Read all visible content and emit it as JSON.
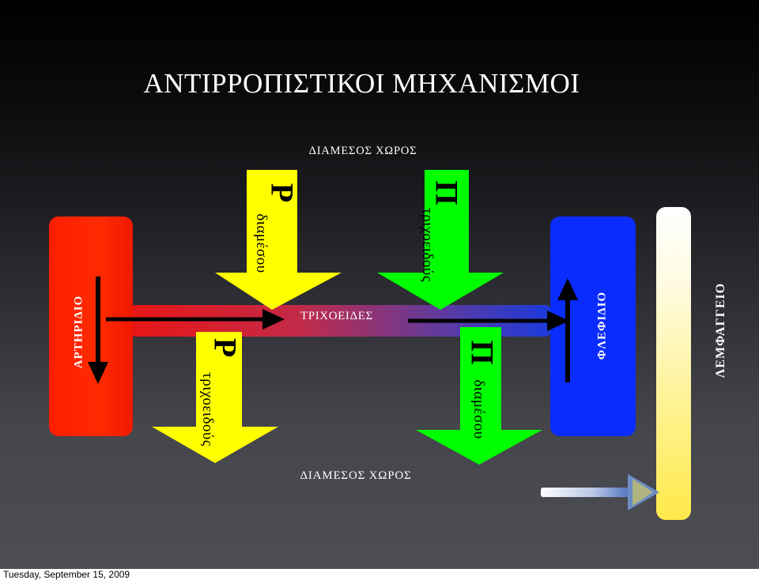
{
  "title": "ΑΝΤΙΡΡΟΠΙΣΤΙΚΟΙ ΜΗΧΑΝΙΣΜΟΙ",
  "interstitial_top": "ΔΙΑΜΕΣΟΣ ΧΩΡΟΣ",
  "interstitial_bottom": "ΔΙΑΜΕΣΟΣ ΧΩΡΟΣ",
  "capillary": "ΤΡΙΧΟΕΙΔΕΣ",
  "artery": "ΑΡΤΗΡΙΔΙΟ",
  "vein": "ΦΛΕΦΙΔΙΟ",
  "lymphatic": "ΛΕΜΦΑΓΓΕΙΟ",
  "arrows": {
    "top_yellow": {
      "symbol": "P",
      "text": "διαμέσου"
    },
    "top_green": {
      "symbol": "Π",
      "text": "τριχοειδούς"
    },
    "bottom_yellow": {
      "symbol": "P",
      "text": "τριχοειδούς"
    },
    "bottom_green": {
      "symbol": "Π",
      "text": "διαμέσου"
    }
  },
  "colors": {
    "artery": "#ff2200",
    "vein": "#0a2cff",
    "hydrostatic_arrow": "#ffff00",
    "oncotic_arrow": "#00ff00",
    "lymphatic": "#fff39a"
  },
  "footer_date": "Tuesday, September 15, 2009"
}
